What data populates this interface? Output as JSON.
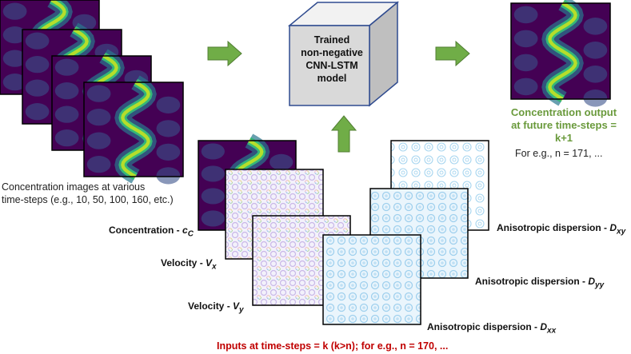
{
  "model": {
    "line1": "Trained",
    "line2": "non-negative",
    "line3": "CNN-LSTM",
    "line4": "model"
  },
  "concentration_caption": {
    "line1": "Concentration images at various",
    "line2": "time-steps (e.g., 10, 50, 100, 160, etc.)"
  },
  "output_caption": {
    "line1": "Concentration output",
    "line2": "at future time-steps =",
    "line3": "k+1",
    "example": "For e.g., n = 171, ..."
  },
  "input_labels": {
    "concentration": "Concentration - ",
    "concentration_sym": "c",
    "concentration_sub": "C",
    "velocity": "Velocity - ",
    "vx_sym": "V",
    "vx_sub": "x",
    "vy_sym": "V",
    "vy_sub": "y",
    "dispersion": "Anisotropic dispersion - ",
    "d_sym": "D",
    "dxy_sub": "xy",
    "dyy_sub": "yy",
    "dxx_sub": "xx"
  },
  "inputs_caption": "Inputs at time-steps = k (k>n); for e.g., n = 170, ...",
  "colors": {
    "arrow": "#70ad47",
    "arrow_border": "#507e32",
    "cube_border": "#2f4b8f",
    "viridis_dark": "#440154",
    "viridis_mid": "#2a788e",
    "viridis_bright": "#b5de2b",
    "velocity_tint": "#c9b8e8",
    "dispersion_tint": "#9fd0ee",
    "output_green": "#6a9a3c",
    "inputs_red": "#c00000"
  }
}
